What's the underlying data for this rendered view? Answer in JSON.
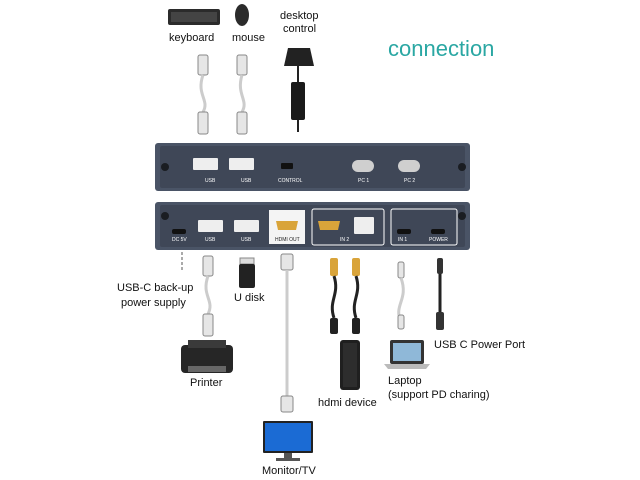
{
  "title": "connection",
  "top_devices": {
    "keyboard": "keyboard",
    "mouse": "mouse",
    "desktop_control": [
      "desktop",
      "control"
    ]
  },
  "front_panel": {
    "ports": [
      "USB",
      "USB",
      "CONTROL",
      "PC 1",
      "PC 2"
    ]
  },
  "rear_panel": {
    "ports": [
      "DC 5V",
      "USB",
      "USB",
      "HDMI OUT",
      "IN 2",
      "IN 1",
      "POWER"
    ]
  },
  "bottom_devices": {
    "usbc_backup": [
      "USB-C back-up",
      "power supply"
    ],
    "u_disk": "U disk",
    "printer": "Printer",
    "hdmi_device": "hdmi device",
    "laptop": [
      "Laptop",
      "(support PD charing)"
    ],
    "usbc_power": "USB C Power Port",
    "monitor": "Monitor/TV"
  },
  "colors": {
    "accent": "#2aa7a3",
    "panel": "#4a5466",
    "hdmi_gold": "#d9a43a",
    "cable": "#c8c8c8"
  }
}
